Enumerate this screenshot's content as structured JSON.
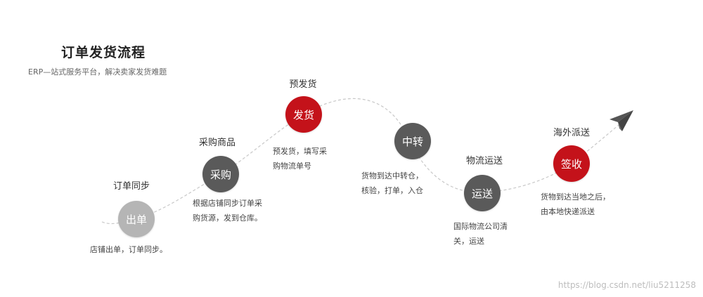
{
  "header": {
    "title": "订单发货流程",
    "subtitle": "ERP—站式服务平台，解决卖家发货难题"
  },
  "colors": {
    "light_gray": "#b5b5b5",
    "dark_gray": "#5a5a5a",
    "red": "#c4121a",
    "path": "#c8c8c8"
  },
  "steps": [
    {
      "label": "订单同步",
      "node": "出单",
      "color": "#b5b5b5",
      "desc": [
        "店铺出单，订单同步。"
      ]
    },
    {
      "label": "采购商品",
      "node": "采购",
      "color": "#5a5a5a",
      "desc": [
        "根据店铺同步订单采",
        "购货源，发到仓库。"
      ]
    },
    {
      "label": "预发货",
      "node": "发货",
      "color": "#c4121a",
      "desc": [
        "预发货，填写采",
        "购物流单号"
      ]
    },
    {
      "label": "",
      "node": "中转",
      "color": "#5a5a5a",
      "desc": [
        "货物到达中转仓，",
        "核验，打单，入仓"
      ]
    },
    {
      "label": "物流运送",
      "node": "运送",
      "color": "#5a5a5a",
      "desc": [
        "国际物流公司清",
        "关，运送"
      ]
    },
    {
      "label": "海外派送",
      "node": "签收",
      "color": "#c4121a",
      "desc": [
        "货物到达当地之后，",
        "由本地快递派送"
      ]
    }
  ],
  "icons": {
    "end": "paper-plane-icon"
  },
  "watermark": "https://blog.csdn.net/liu5211258"
}
